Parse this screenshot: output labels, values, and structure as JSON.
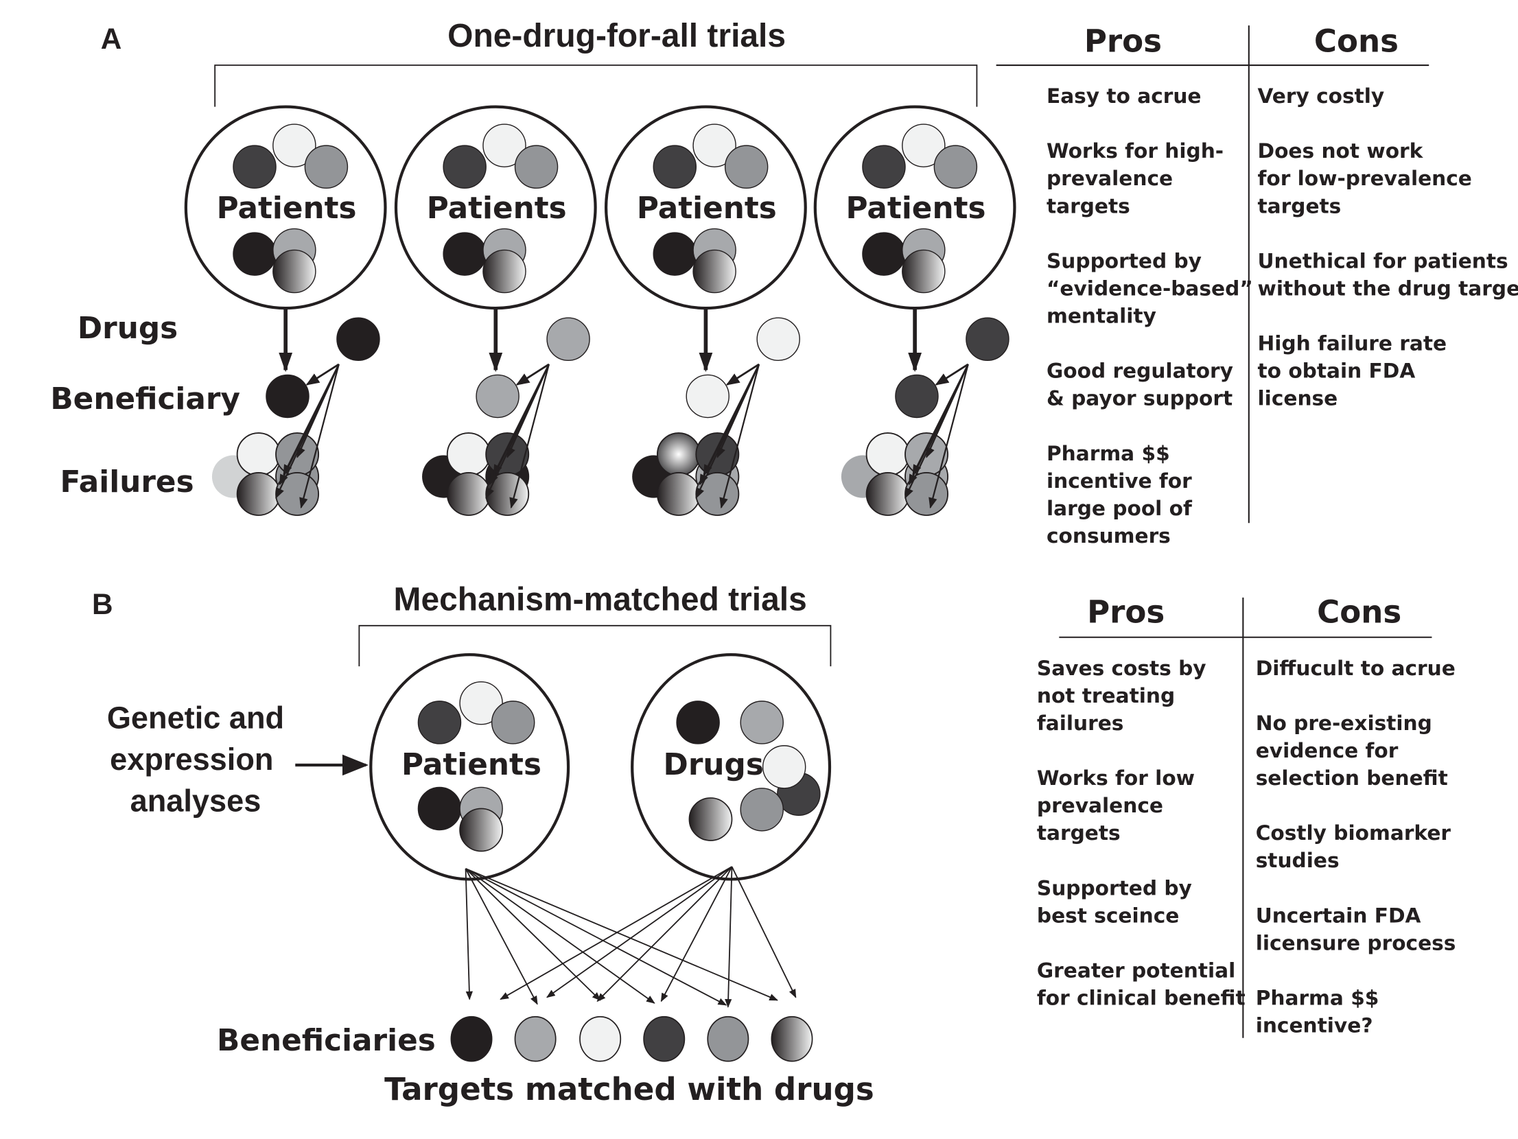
{
  "panel_a": {
    "letter": "A",
    "title": "One-drug-for-all trials",
    "row_labels": {
      "drugs": "Drugs",
      "beneficiary": "Beneficiary",
      "failures": "Failures"
    },
    "trials": [
      {
        "patients_label": "Patients",
        "drug_color": "#231f20"
      },
      {
        "patients_label": "Patients",
        "drug_color": "#a7a9ac"
      },
      {
        "patients_label": "Patients",
        "drug_color": "#f1f2f2"
      },
      {
        "patients_label": "Patients",
        "drug_color": "#414042"
      }
    ],
    "table": {
      "pros_header": "Pros",
      "cons_header": "Cons",
      "pros": [
        [
          "Easy to acrue"
        ],
        [
          "Works for high-",
          "prevalence",
          "targets"
        ],
        [
          "Supported by",
          "“evidence-based”",
          "mentality"
        ],
        [
          "Good regulatory",
          "& payor support"
        ],
        [
          "Pharma $$",
          "incentive for",
          "large pool of",
          "consumers"
        ]
      ],
      "cons": [
        [
          "Very costly"
        ],
        [
          "Does not work",
          "for low-prevalence",
          "targets"
        ],
        [
          "Unethical for patients",
          "without the drug target"
        ],
        [
          "High failure rate",
          "to obtain FDA",
          "license"
        ]
      ]
    }
  },
  "panel_b": {
    "letter": "B",
    "title": "Mechanism-matched trials",
    "input_label": [
      "Genetic and",
      "expression",
      "analyses"
    ],
    "patients_label": "Patients",
    "drugs_label": "Drugs",
    "beneficiaries_label": "Beneficiaries",
    "caption": "Targets matched with drugs",
    "beneficiary_colors": [
      "#231f20",
      "#a7a9ac",
      "#f1f2f2",
      "#414042",
      "#939598",
      "gradient"
    ],
    "table": {
      "pros_header": "Pros",
      "cons_header": "Cons",
      "pros": [
        [
          "Saves costs by",
          "not treating",
          "failures"
        ],
        [
          "Works for low",
          "prevalence",
          "targets"
        ],
        [
          "Supported by",
          "best sceince"
        ],
        [
          "Greater potential",
          "for clinical benefit"
        ]
      ],
      "cons": [
        [
          "Diffucult to acrue"
        ],
        [
          "No pre-existing",
          "evidence for",
          "selection benefit"
        ],
        [
          "Costly biomarker",
          "studies"
        ],
        [
          "Uncertain FDA",
          "licensure process"
        ],
        [
          "Pharma $$",
          "incentive?"
        ]
      ]
    }
  },
  "colors": {
    "black": "#231f20",
    "dark": "#414042",
    "mid": "#939598",
    "light": "#a7a9ac",
    "pale": "#f1f2f2",
    "faint": "#d1d3d4"
  }
}
